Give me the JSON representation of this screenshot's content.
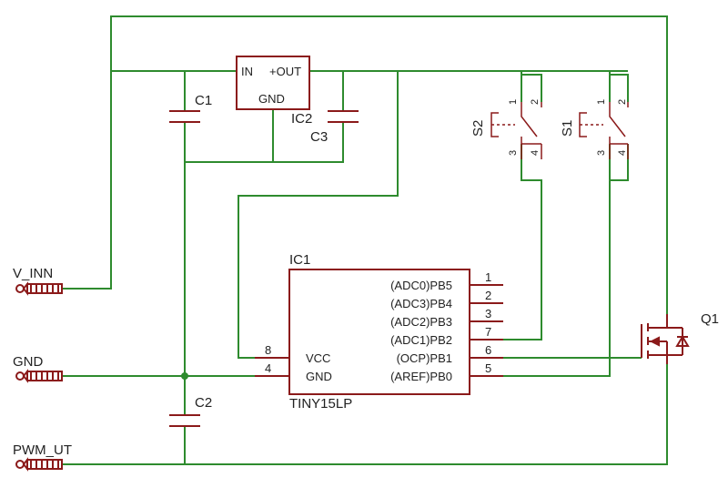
{
  "colors": {
    "wire": "#2e8b2e",
    "part": "#8b1a1a",
    "text": "#222222",
    "background": "#ffffff"
  },
  "connectors": {
    "v_in": "V_INN",
    "gnd": "GND",
    "pwm": "PWM_UT"
  },
  "capacitors": {
    "c1": "C1",
    "c2": "C2",
    "c3": "C3"
  },
  "regulator": {
    "name": "IC2",
    "in": "IN",
    "out": "+OUT",
    "gnd": "GND"
  },
  "switches": [
    {
      "name": "S2",
      "pins": [
        "1",
        "2",
        "3",
        "4"
      ]
    },
    {
      "name": "S1",
      "pins": [
        "1",
        "2",
        "3",
        "4"
      ]
    }
  ],
  "ic1": {
    "name": "IC1",
    "part": "TINY15LP",
    "left_pins": [
      {
        "label": "VCC",
        "num": "8"
      },
      {
        "label": "GND",
        "num": "4"
      }
    ],
    "right_pins": [
      {
        "label": "(ADC0)PB5",
        "num": "1"
      },
      {
        "label": "(ADC3)PB4",
        "num": "2"
      },
      {
        "label": "(ADC2)PB3",
        "num": "3"
      },
      {
        "label": "(ADC1)PB2",
        "num": "7"
      },
      {
        "label": "(OCP)PB1",
        "num": "6"
      },
      {
        "label": "(AREF)PB0",
        "num": "5"
      }
    ]
  },
  "transistor": {
    "name": "Q1"
  }
}
